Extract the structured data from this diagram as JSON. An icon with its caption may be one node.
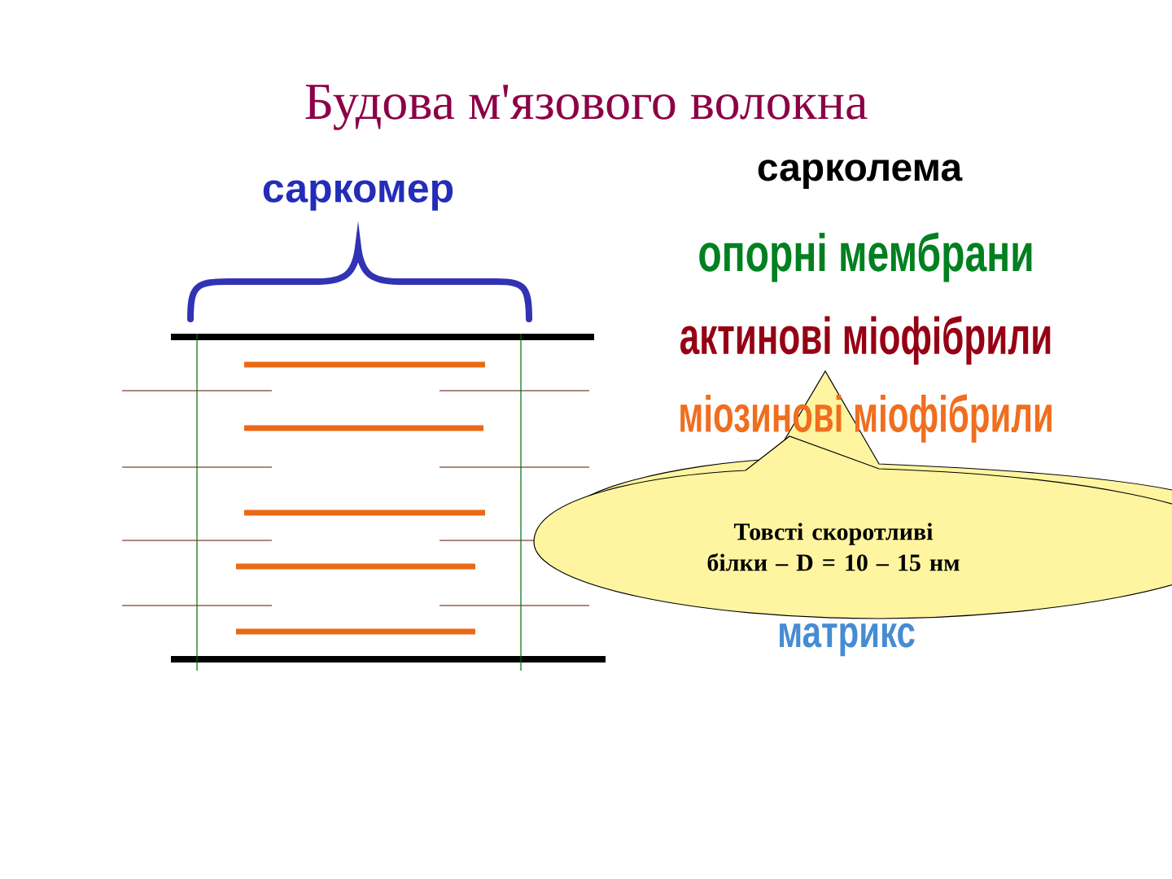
{
  "diagram": {
    "title": "Будова м'язового волокна",
    "nodes": [
      {
        "text": [
          "Товсті скоротливі білки – D = 10 – 15 нм"
        ]
      }
    ],
    "labels": [
      "саркомер",
      "сарколема",
      "опорні мембрани",
      "актинові міофібрили",
      "міозинові міофібрили",
      "матрикс"
    ]
  }
}
